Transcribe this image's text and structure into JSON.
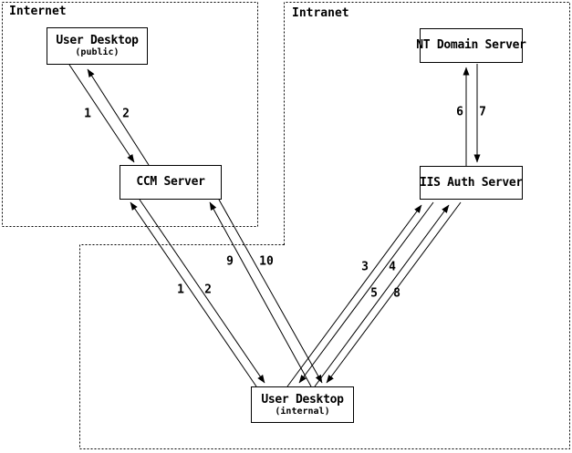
{
  "diagram": {
    "regions": {
      "internet": {
        "label": "Internet"
      },
      "intranet": {
        "label": "Intranet"
      }
    },
    "nodes": {
      "user_desktop_public": {
        "title": "User Desktop",
        "subtitle": "(public)"
      },
      "ccm_server": {
        "title": "CCM Server"
      },
      "nt_domain_server": {
        "title": "NT Domain Server"
      },
      "iis_auth_server": {
        "title": "IIS Auth Server"
      },
      "user_desktop_internal": {
        "title": "User Desktop",
        "subtitle": "(internal)"
      }
    },
    "edge_labels": {
      "step1_public": "1",
      "step2_public": "2",
      "step1_internal": "1",
      "step2_internal": "2",
      "step3": "3",
      "step4": "4",
      "step5": "5",
      "step6": "6",
      "step7": "7",
      "step8": "8",
      "step9": "9",
      "step10": "10"
    },
    "flows": [
      {
        "step": "1",
        "from": "User Desktop (public)",
        "to": "CCM Server"
      },
      {
        "step": "2",
        "from": "CCM Server",
        "to": "User Desktop (public)"
      },
      {
        "step": "1",
        "from": "User Desktop (internal)",
        "to": "CCM Server"
      },
      {
        "step": "2",
        "from": "CCM Server",
        "to": "User Desktop (internal)"
      },
      {
        "step": "3",
        "from": "User Desktop (internal)",
        "to": "IIS Auth Server"
      },
      {
        "step": "4",
        "from": "IIS Auth Server",
        "to": "User Desktop (internal)"
      },
      {
        "step": "5",
        "from": "User Desktop (internal)",
        "to": "IIS Auth Server"
      },
      {
        "step": "6",
        "from": "IIS Auth Server",
        "to": "NT Domain Server"
      },
      {
        "step": "7",
        "from": "NT Domain Server",
        "to": "IIS Auth Server"
      },
      {
        "step": "8",
        "from": "IIS Auth Server",
        "to": "User Desktop (internal)"
      },
      {
        "step": "9",
        "from": "User Desktop (internal)",
        "to": "CCM Server"
      },
      {
        "step": "10",
        "from": "CCM Server",
        "to": "User Desktop (internal)"
      }
    ],
    "colors": {
      "line": "#000000",
      "background": "#ffffff"
    }
  }
}
